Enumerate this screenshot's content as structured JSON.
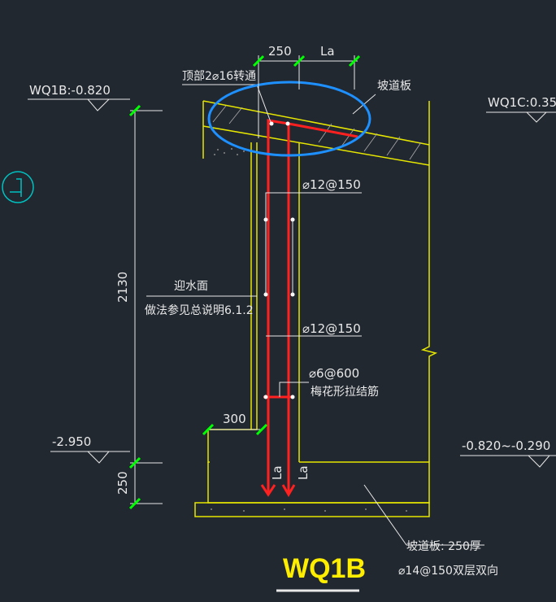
{
  "labels": {
    "dim_top_250": "250",
    "dim_top_la": "La",
    "top_bars": "顶部2⌀16转通",
    "slope_slab": "坡道板",
    "elev_left": "WQ1B:-0.820",
    "elev_right": "WQ1C:0.35",
    "bar_horizontal_upper": "⌀12@150",
    "waterproof_face": "迎水面",
    "practice_note": "做法参见总说明6.1.2",
    "dim_height_2130": "2130",
    "bar_vertical": "⌀12@150",
    "tie_bar": "⌀6@600",
    "tie_bar_desc": "梅花形拉结筋",
    "dim_300": "300",
    "elev_bottom_left": "-2.950",
    "elev_bottom_right": "-0.820~-0.290",
    "dim_250_bottom": "250",
    "la_left": "La",
    "la_right": "La",
    "base_slab": "坡道板: 250厚",
    "base_rebar": "⌀14@150双层双向",
    "drawing_title": "WQ1B"
  },
  "colors": {
    "background": "#212830",
    "concrete": "#e6e600",
    "rebar": "#ff2020",
    "dimension": "#00ff00",
    "highlight_ellipse": "#1e90ff",
    "text": "#e8e8e8",
    "title": "#ffee00",
    "symbol": "#00c0c0"
  }
}
